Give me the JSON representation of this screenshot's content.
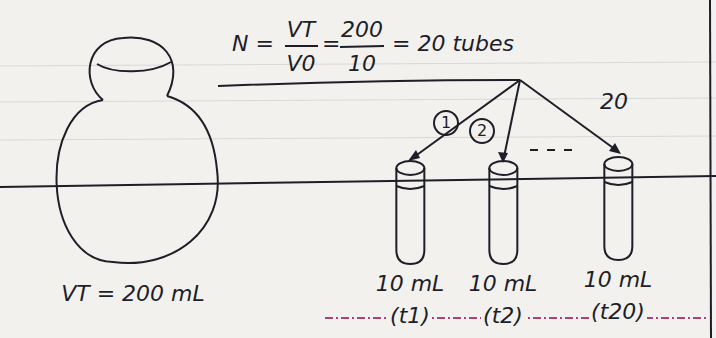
{
  "diagram": {
    "nodes": [
      {
        "text": [
          "VT = 200 mL"
        ]
      },
      {
        "text": [
          "10 mL",
          "(t1)"
        ]
      },
      {
        "text": [
          "10 mL",
          "(t2)"
        ]
      },
      {
        "text": [
          "10 mL",
          "(t20)"
        ]
      }
    ],
    "labels": [
      "N =",
      "VT",
      "V0",
      "=",
      "200",
      "10",
      "= 20 tubes",
      "1",
      "2",
      "20"
    ]
  }
}
